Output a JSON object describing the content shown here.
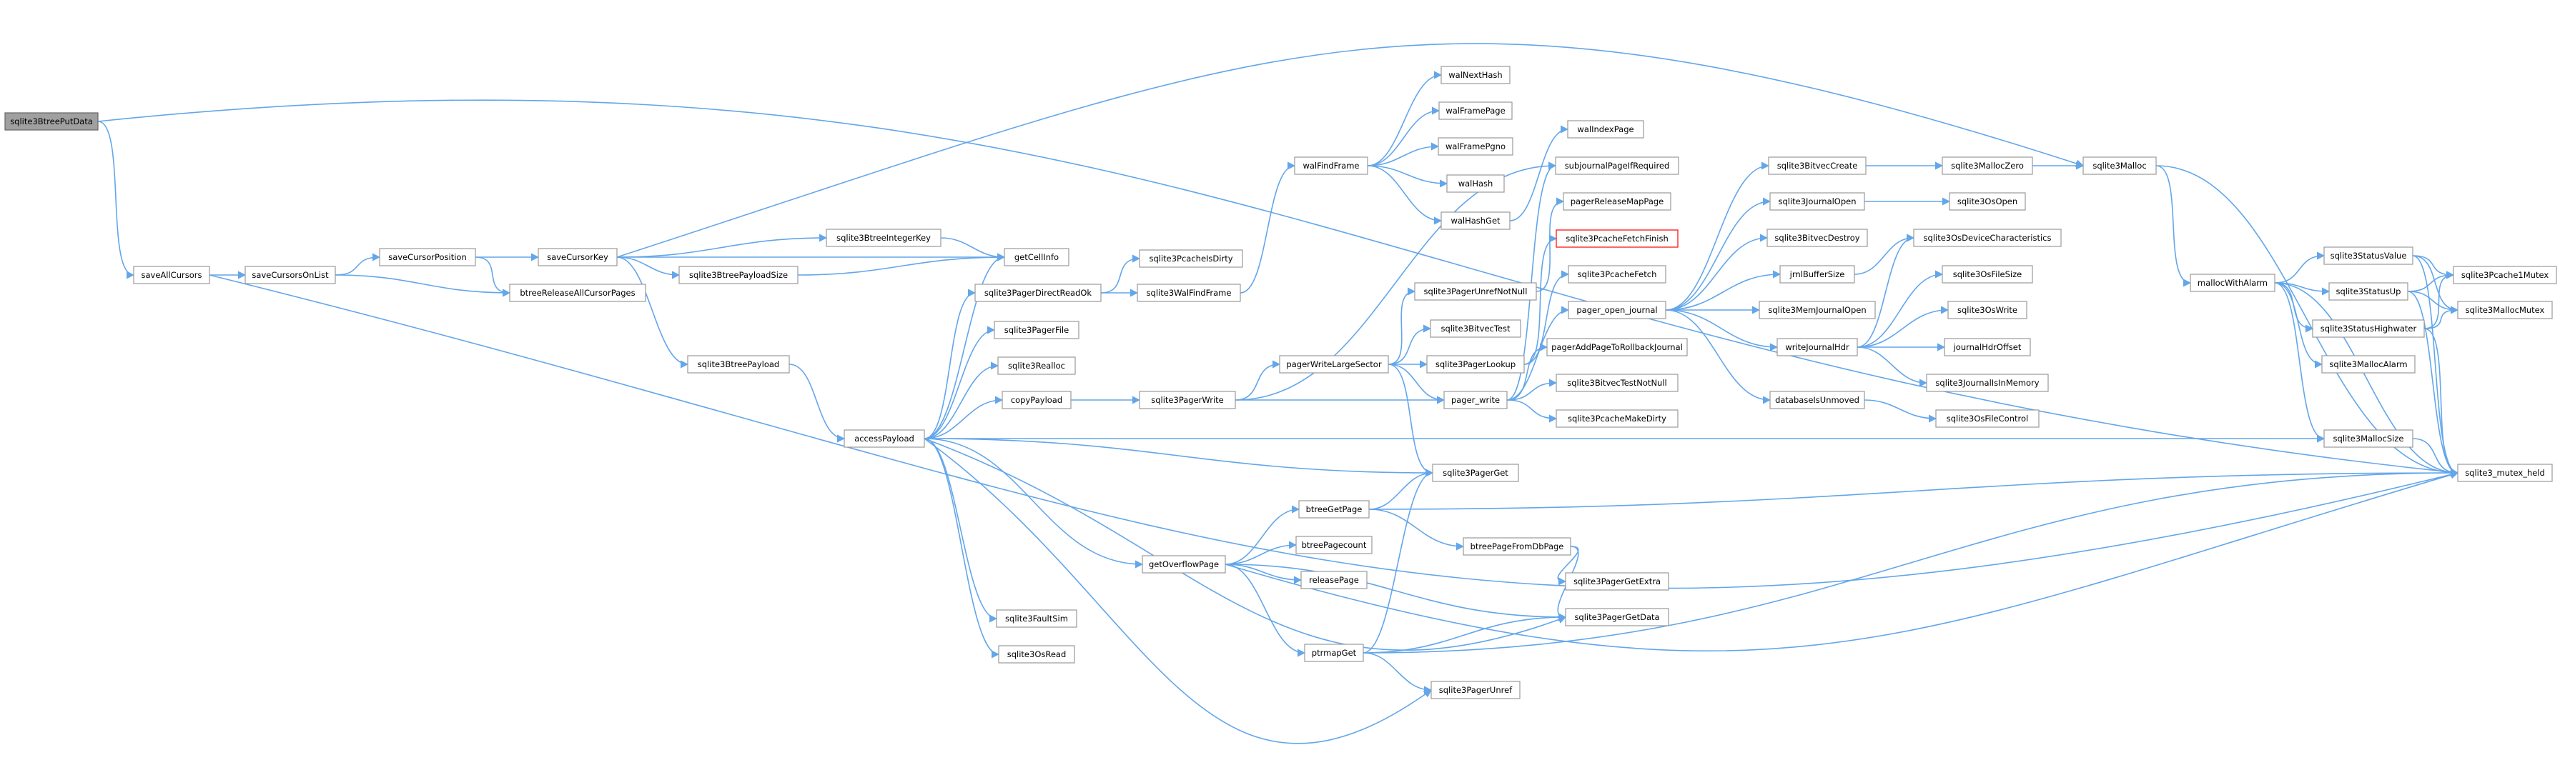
{
  "colors": {
    "edge": "#63a6ea",
    "node_border": "#999999",
    "current_fill": "#a0a0a0",
    "warn_border": "#ff0000"
  },
  "nodes": [
    {
      "id": "n_sqlite3BtreePutData",
      "label": "sqlite3BtreePutData",
      "kind": "current"
    },
    {
      "id": "n_saveAllCursors",
      "label": "saveAllCursors"
    },
    {
      "id": "n_saveCursorsOnList",
      "label": "saveCursorsOnList"
    },
    {
      "id": "n_saveCursorPosition",
      "label": "saveCursorPosition"
    },
    {
      "id": "n_btreeReleaseAllCursorPages",
      "label": "btreeReleaseAllCursorPages"
    },
    {
      "id": "n_saveCursorKey",
      "label": "saveCursorKey"
    },
    {
      "id": "n_sqlite3BtreeIntegerKey",
      "label": "sqlite3BtreeIntegerKey"
    },
    {
      "id": "n_getCellInfo",
      "label": "getCellInfo"
    },
    {
      "id": "n_sqlite3BtreePayloadSize",
      "label": "sqlite3BtreePayloadSize"
    },
    {
      "id": "n_sqlite3BtreePayload",
      "label": "sqlite3BtreePayload"
    },
    {
      "id": "n_accessPayload",
      "label": "accessPayload"
    },
    {
      "id": "n_sqlite3PcacheIsDirty",
      "label": "sqlite3PcacheIsDirty"
    },
    {
      "id": "n_sqlite3PagerDirectReadOk",
      "label": "sqlite3PagerDirectReadOk"
    },
    {
      "id": "n_sqlite3WalFindFrame",
      "label": "sqlite3WalFindFrame"
    },
    {
      "id": "n_sqlite3PagerFile",
      "label": "sqlite3PagerFile"
    },
    {
      "id": "n_sqlite3Realloc",
      "label": "sqlite3Realloc"
    },
    {
      "id": "n_copyPayload",
      "label": "copyPayload"
    },
    {
      "id": "n_sqlite3PagerWrite",
      "label": "sqlite3PagerWrite"
    },
    {
      "id": "n_walFindFrame",
      "label": "walFindFrame"
    },
    {
      "id": "n_walNextHash",
      "label": "walNextHash"
    },
    {
      "id": "n_walFramePage",
      "label": "walFramePage"
    },
    {
      "id": "n_walFramePgno",
      "label": "walFramePgno"
    },
    {
      "id": "n_walHash",
      "label": "walHash"
    },
    {
      "id": "n_walHashGet",
      "label": "walHashGet"
    },
    {
      "id": "n_walIndexPage",
      "label": "walIndexPage"
    },
    {
      "id": "n_subjournalPageIfRequired",
      "label": "subjournalPageIfRequired"
    },
    {
      "id": "n_pagerReleaseMapPage",
      "label": "pagerReleaseMapPage"
    },
    {
      "id": "n_sqlite3PcacheFetchFinish",
      "label": "sqlite3PcacheFetchFinish",
      "kind": "warn"
    },
    {
      "id": "n_sqlite3PcacheFetch",
      "label": "sqlite3PcacheFetch"
    },
    {
      "id": "n_sqlite3PagerUnrefNotNull",
      "label": "sqlite3PagerUnrefNotNull"
    },
    {
      "id": "n_sqlite3BitvecTest",
      "label": "sqlite3BitvecTest"
    },
    {
      "id": "n_pagerWriteLargeSector",
      "label": "pagerWriteLargeSector"
    },
    {
      "id": "n_sqlite3PagerLookup",
      "label": "sqlite3PagerLookup"
    },
    {
      "id": "n_pager_write",
      "label": "pager_write"
    },
    {
      "id": "n_sqlite3PagerGet",
      "label": "sqlite3PagerGet"
    },
    {
      "id": "n_pager_open_journal",
      "label": "pager_open_journal"
    },
    {
      "id": "n_pagerAddPageToRollbackJournal",
      "label": "pagerAddPageToRollbackJournal"
    },
    {
      "id": "n_sqlite3BitvecTestNotNull",
      "label": "sqlite3BitvecTestNotNull"
    },
    {
      "id": "n_sqlite3PcacheMakeDirty",
      "label": "sqlite3PcacheMakeDirty"
    },
    {
      "id": "n_sqlite3BitvecCreate",
      "label": "sqlite3BitvecCreate"
    },
    {
      "id": "n_sqlite3JournalOpen",
      "label": "sqlite3JournalOpen"
    },
    {
      "id": "n_sqlite3BitvecDestroy",
      "label": "sqlite3BitvecDestroy"
    },
    {
      "id": "n_jrnlBufferSize",
      "label": "jrnlBufferSize"
    },
    {
      "id": "n_sqlite3MemJournalOpen",
      "label": "sqlite3MemJournalOpen"
    },
    {
      "id": "n_writeJournalHdr",
      "label": "writeJournalHdr"
    },
    {
      "id": "n_databaseIsUnmoved",
      "label": "databaseIsUnmoved"
    },
    {
      "id": "n_sqlite3MallocZero",
      "label": "sqlite3MallocZero"
    },
    {
      "id": "n_sqlite3OsOpen",
      "label": "sqlite3OsOpen"
    },
    {
      "id": "n_sqlite3OsDeviceCharacteristics",
      "label": "sqlite3OsDeviceCharacteristics"
    },
    {
      "id": "n_sqlite3OsFileSize",
      "label": "sqlite3OsFileSize"
    },
    {
      "id": "n_sqlite3OsWrite",
      "label": "sqlite3OsWrite"
    },
    {
      "id": "n_journalHdrOffset",
      "label": "journalHdrOffset"
    },
    {
      "id": "n_sqlite3JournalIsInMemory",
      "label": "sqlite3JournalIsInMemory"
    },
    {
      "id": "n_sqlite3OsFileControl",
      "label": "sqlite3OsFileControl"
    },
    {
      "id": "n_sqlite3Malloc",
      "label": "sqlite3Malloc"
    },
    {
      "id": "n_mallocWithAlarm",
      "label": "mallocWithAlarm"
    },
    {
      "id": "n_sqlite3StatusValue",
      "label": "sqlite3StatusValue"
    },
    {
      "id": "n_sqlite3StatusUp",
      "label": "sqlite3StatusUp"
    },
    {
      "id": "n_sqlite3StatusHighwater",
      "label": "sqlite3StatusHighwater"
    },
    {
      "id": "n_sqlite3MallocAlarm",
      "label": "sqlite3MallocAlarm"
    },
    {
      "id": "n_sqlite3MallocSize",
      "label": "sqlite3MallocSize"
    },
    {
      "id": "n_sqlite3Pcache1Mutex",
      "label": "sqlite3Pcache1Mutex"
    },
    {
      "id": "n_sqlite3MallocMutex",
      "label": "sqlite3MallocMutex"
    },
    {
      "id": "n_sqlite3_mutex_held",
      "label": "sqlite3_mutex_held"
    },
    {
      "id": "n_getOverflowPage",
      "label": "getOverflowPage"
    },
    {
      "id": "n_btreeGetPage",
      "label": "btreeGetPage"
    },
    {
      "id": "n_btreePagecount",
      "label": "btreePagecount"
    },
    {
      "id": "n_releasePage",
      "label": "releasePage"
    },
    {
      "id": "n_btreePageFromDbPage",
      "label": "btreePageFromDbPage"
    },
    {
      "id": "n_sqlite3PagerGetExtra",
      "label": "sqlite3PagerGetExtra"
    },
    {
      "id": "n_sqlite3PagerGetData",
      "label": "sqlite3PagerGetData"
    },
    {
      "id": "n_ptrmapGet",
      "label": "ptrmapGet"
    },
    {
      "id": "n_sqlite3PagerUnref",
      "label": "sqlite3PagerUnref"
    },
    {
      "id": "n_sqlite3FaultSim",
      "label": "sqlite3FaultSim"
    },
    {
      "id": "n_sqlite3OsRead",
      "label": "sqlite3OsRead"
    }
  ],
  "edges": [
    [
      "n_sqlite3BtreePutData",
      "n_saveAllCursors"
    ],
    [
      "n_sqlite3BtreePutData",
      "n_sqlite3_mutex_held"
    ],
    [
      "n_saveAllCursors",
      "n_saveCursorsOnList"
    ],
    [
      "n_saveAllCursors",
      "n_sqlite3_mutex_held"
    ],
    [
      "n_saveCursorsOnList",
      "n_saveCursorPosition"
    ],
    [
      "n_saveCursorsOnList",
      "n_btreeReleaseAllCursorPages"
    ],
    [
      "n_saveCursorPosition",
      "n_btreeReleaseAllCursorPages"
    ],
    [
      "n_saveCursorPosition",
      "n_saveCursorKey"
    ],
    [
      "n_saveCursorKey",
      "n_sqlite3BtreeIntegerKey"
    ],
    [
      "n_saveCursorKey",
      "n_sqlite3BtreePayloadSize"
    ],
    [
      "n_saveCursorKey",
      "n_sqlite3BtreePayload"
    ],
    [
      "n_saveCursorKey",
      "n_getCellInfo"
    ],
    [
      "n_saveCursorKey",
      "n_sqlite3Malloc"
    ],
    [
      "n_sqlite3BtreeIntegerKey",
      "n_getCellInfo"
    ],
    [
      "n_sqlite3BtreePayloadSize",
      "n_getCellInfo"
    ],
    [
      "n_sqlite3BtreePayload",
      "n_accessPayload"
    ],
    [
      "n_accessPayload",
      "n_getCellInfo"
    ],
    [
      "n_accessPayload",
      "n_sqlite3PagerDirectReadOk"
    ],
    [
      "n_accessPayload",
      "n_sqlite3PagerFile"
    ],
    [
      "n_accessPayload",
      "n_sqlite3Realloc"
    ],
    [
      "n_accessPayload",
      "n_copyPayload"
    ],
    [
      "n_accessPayload",
      "n_sqlite3PagerGet"
    ],
    [
      "n_accessPayload",
      "n_getOverflowPage"
    ],
    [
      "n_accessPayload",
      "n_sqlite3PagerGetData"
    ],
    [
      "n_accessPayload",
      "n_sqlite3FaultSim"
    ],
    [
      "n_accessPayload",
      "n_sqlite3OsRead"
    ],
    [
      "n_accessPayload",
      "n_sqlite3PagerUnref"
    ],
    [
      "n_accessPayload",
      "n_sqlite3MallocSize"
    ],
    [
      "n_sqlite3PagerDirectReadOk",
      "n_sqlite3PcacheIsDirty"
    ],
    [
      "n_sqlite3PagerDirectReadOk",
      "n_sqlite3WalFindFrame"
    ],
    [
      "n_sqlite3WalFindFrame",
      "n_walFindFrame"
    ],
    [
      "n_walFindFrame",
      "n_walNextHash"
    ],
    [
      "n_walFindFrame",
      "n_walFramePage"
    ],
    [
      "n_walFindFrame",
      "n_walFramePgno"
    ],
    [
      "n_walFindFrame",
      "n_walHash"
    ],
    [
      "n_walFindFrame",
      "n_walHashGet"
    ],
    [
      "n_walHashGet",
      "n_walIndexPage"
    ],
    [
      "n_copyPayload",
      "n_sqlite3PagerWrite"
    ],
    [
      "n_sqlite3PagerWrite",
      "n_pagerWriteLargeSector"
    ],
    [
      "n_sqlite3PagerWrite",
      "n_pager_write"
    ],
    [
      "n_sqlite3PagerWrite",
      "n_subjournalPageIfRequired"
    ],
    [
      "n_pagerWriteLargeSector",
      "n_sqlite3PagerUnrefNotNull"
    ],
    [
      "n_pagerWriteLargeSector",
      "n_sqlite3BitvecTest"
    ],
    [
      "n_pagerWriteLargeSector",
      "n_sqlite3PagerLookup"
    ],
    [
      "n_pagerWriteLargeSector",
      "n_pager_write"
    ],
    [
      "n_pagerWriteLargeSector",
      "n_sqlite3PagerGet"
    ],
    [
      "n_sqlite3PagerUnrefNotNull",
      "n_pagerReleaseMapPage"
    ],
    [
      "n_sqlite3PagerLookup",
      "n_sqlite3PcacheFetch"
    ],
    [
      "n_sqlite3PagerLookup",
      "n_sqlite3PcacheFetchFinish"
    ],
    [
      "n_pager_write",
      "n_subjournalPageIfRequired"
    ],
    [
      "n_pager_write",
      "n_pager_open_journal"
    ],
    [
      "n_pager_write",
      "n_pagerAddPageToRollbackJournal"
    ],
    [
      "n_pager_write",
      "n_sqlite3BitvecTestNotNull"
    ],
    [
      "n_pager_write",
      "n_sqlite3PcacheMakeDirty"
    ],
    [
      "n_pager_open_journal",
      "n_sqlite3BitvecCreate"
    ],
    [
      "n_pager_open_journal",
      "n_sqlite3JournalOpen"
    ],
    [
      "n_pager_open_journal",
      "n_sqlite3BitvecDestroy"
    ],
    [
      "n_pager_open_journal",
      "n_jrnlBufferSize"
    ],
    [
      "n_pager_open_journal",
      "n_sqlite3MemJournalOpen"
    ],
    [
      "n_pager_open_journal",
      "n_writeJournalHdr"
    ],
    [
      "n_pager_open_journal",
      "n_databaseIsUnmoved"
    ],
    [
      "n_sqlite3BitvecCreate",
      "n_sqlite3MallocZero"
    ],
    [
      "n_sqlite3MallocZero",
      "n_sqlite3Malloc"
    ],
    [
      "n_sqlite3JournalOpen",
      "n_sqlite3OsOpen"
    ],
    [
      "n_jrnlBufferSize",
      "n_sqlite3OsDeviceCharacteristics"
    ],
    [
      "n_writeJournalHdr",
      "n_sqlite3OsDeviceCharacteristics"
    ],
    [
      "n_writeJournalHdr",
      "n_sqlite3OsFileSize"
    ],
    [
      "n_writeJournalHdr",
      "n_sqlite3OsWrite"
    ],
    [
      "n_writeJournalHdr",
      "n_journalHdrOffset"
    ],
    [
      "n_writeJournalHdr",
      "n_sqlite3JournalIsInMemory"
    ],
    [
      "n_databaseIsUnmoved",
      "n_sqlite3OsFileControl"
    ],
    [
      "n_sqlite3Malloc",
      "n_mallocWithAlarm"
    ],
    [
      "n_sqlite3Malloc",
      "n_sqlite3_mutex_held"
    ],
    [
      "n_mallocWithAlarm",
      "n_sqlite3StatusValue"
    ],
    [
      "n_mallocWithAlarm",
      "n_sqlite3StatusUp"
    ],
    [
      "n_mallocWithAlarm",
      "n_sqlite3StatusHighwater"
    ],
    [
      "n_mallocWithAlarm",
      "n_sqlite3MallocAlarm"
    ],
    [
      "n_mallocWithAlarm",
      "n_sqlite3MallocSize"
    ],
    [
      "n_mallocWithAlarm",
      "n_sqlite3_mutex_held"
    ],
    [
      "n_sqlite3StatusValue",
      "n_sqlite3Pcache1Mutex"
    ],
    [
      "n_sqlite3StatusValue",
      "n_sqlite3MallocMutex"
    ],
    [
      "n_sqlite3StatusValue",
      "n_sqlite3_mutex_held"
    ],
    [
      "n_sqlite3StatusUp",
      "n_sqlite3Pcache1Mutex"
    ],
    [
      "n_sqlite3StatusUp",
      "n_sqlite3MallocMutex"
    ],
    [
      "n_sqlite3StatusUp",
      "n_sqlite3_mutex_held"
    ],
    [
      "n_sqlite3StatusHighwater",
      "n_sqlite3Pcache1Mutex"
    ],
    [
      "n_sqlite3StatusHighwater",
      "n_sqlite3MallocMutex"
    ],
    [
      "n_sqlite3StatusHighwater",
      "n_sqlite3_mutex_held"
    ],
    [
      "n_sqlite3MallocSize",
      "n_sqlite3_mutex_held"
    ],
    [
      "n_getOverflowPage",
      "n_btreeGetPage"
    ],
    [
      "n_getOverflowPage",
      "n_btreePagecount"
    ],
    [
      "n_getOverflowPage",
      "n_releasePage"
    ],
    [
      "n_getOverflowPage",
      "n_ptrmapGet"
    ],
    [
      "n_getOverflowPage",
      "n_sqlite3PagerGetData"
    ],
    [
      "n_getOverflowPage",
      "n_sqlite3_mutex_held"
    ],
    [
      "n_btreeGetPage",
      "n_sqlite3PagerGet"
    ],
    [
      "n_btreeGetPage",
      "n_btreePageFromDbPage"
    ],
    [
      "n_btreeGetPage",
      "n_sqlite3_mutex_held"
    ],
    [
      "n_btreePageFromDbPage",
      "n_sqlite3PagerGetExtra"
    ],
    [
      "n_btreePageFromDbPage",
      "n_sqlite3PagerGetData"
    ],
    [
      "n_ptrmapGet",
      "n_sqlite3PagerGet"
    ],
    [
      "n_ptrmapGet",
      "n_sqlite3PagerGetData"
    ],
    [
      "n_ptrmapGet",
      "n_sqlite3PagerUnref"
    ],
    [
      "n_ptrmapGet",
      "n_sqlite3_mutex_held"
    ]
  ]
}
